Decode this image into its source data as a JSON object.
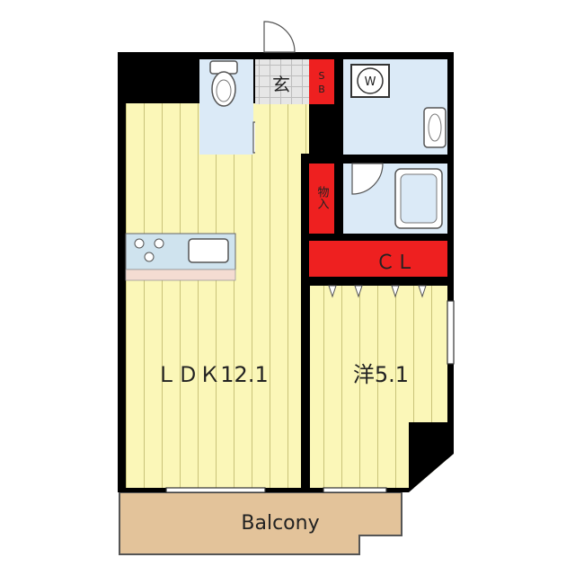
{
  "rooms": {
    "ldk": {
      "label": "ＬＤＫ12.1"
    },
    "western": {
      "label": "洋5.1"
    },
    "entrance": {
      "label": "玄"
    },
    "shoe_box": {
      "label": "SB"
    },
    "storage": {
      "label": "物入"
    },
    "closet": {
      "label": "ＣＬ"
    },
    "balcony": {
      "label": "Balcony"
    }
  },
  "fixtures": {
    "washer": {
      "label": "W"
    }
  },
  "colors": {
    "floor_wood": "#fbf7b8",
    "floor_stripe": "#c9c37a",
    "wet_area": "#dbeaf7",
    "storage_red": "#ee2020",
    "wall": "#000000",
    "balcony": "#e3c39a",
    "kitchen": "#cfe3ee",
    "entrance_floor": "#e6e6e6"
  }
}
